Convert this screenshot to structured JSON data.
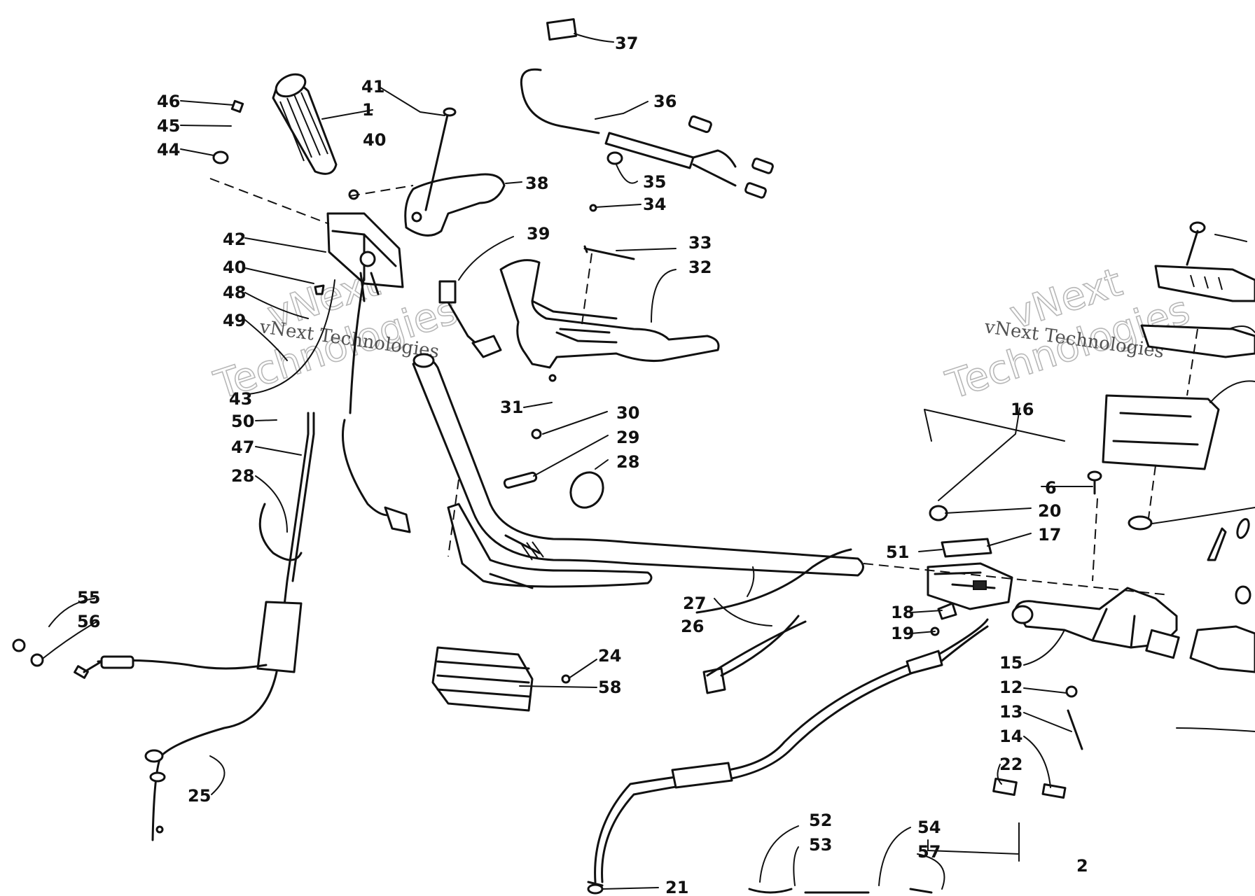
{
  "watermark": {
    "line1": "vNext",
    "line2": "Technologies",
    "full": "vNext Technologies"
  },
  "callouts": {
    "c1": "1",
    "c2": "2",
    "c6": "6",
    "c12": "12",
    "c13": "13",
    "c14": "14",
    "c15": "15",
    "c16": "16",
    "c17": "17",
    "c18": "18",
    "c19": "19",
    "c20": "20",
    "c21": "21",
    "c22": "22",
    "c24": "24",
    "c25": "25",
    "c26": "26",
    "c27": "27",
    "c28a": "28",
    "c28b": "28",
    "c29": "29",
    "c30": "30",
    "c31": "31",
    "c32": "32",
    "c33": "33",
    "c34": "34",
    "c35": "35",
    "c36": "36",
    "c37": "37",
    "c38": "38",
    "c39": "39",
    "c40a": "40",
    "c40b": "40",
    "c41": "41",
    "c42": "42",
    "c43": "43",
    "c44": "44",
    "c45": "45",
    "c46": "46",
    "c47": "47",
    "c48": "48",
    "c49": "49",
    "c50": "50",
    "c51": "51",
    "c52": "52",
    "c53": "53",
    "c54": "54",
    "c55": "55",
    "c56": "56",
    "c57": "57",
    "c58": "58"
  }
}
